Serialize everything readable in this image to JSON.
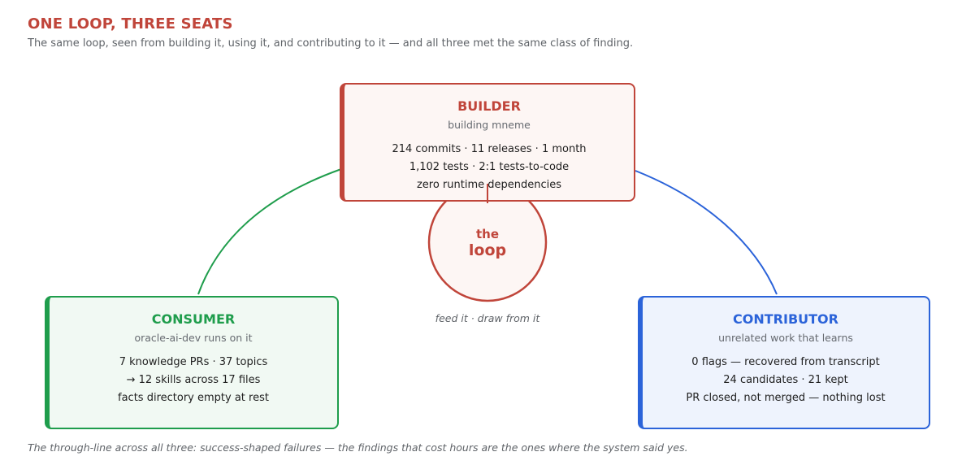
{
  "header": {
    "title": "ONE LOOP, THREE SEATS",
    "subtitle": "The same loop, seen from building it, using it, and contributing to it — and all three met the same class of finding."
  },
  "colors": {
    "builder": "#c0453a",
    "consumer": "#1f9d4c",
    "contributor": "#2b63d9"
  },
  "builder": {
    "title": "BUILDER",
    "subtitle": "building mneme",
    "lines": [
      "214 commits · 11 releases · 1 month",
      "1,102 tests · 2:1 tests-to-code",
      "zero runtime dependencies"
    ]
  },
  "consumer": {
    "title": "CONSUMER",
    "subtitle": "oracle-ai-dev runs on it",
    "lines": [
      "7 knowledge PRs · 37 topics",
      "→ 12 skills across 17 files",
      "facts directory empty at rest"
    ]
  },
  "contributor": {
    "title": "CONTRIBUTOR",
    "subtitle": "unrelated work that learns",
    "lines": [
      "0 flags — recovered from transcript",
      "24 candidates · 21 kept",
      "PR closed, not merged — nothing lost"
    ]
  },
  "loop": {
    "label_top": "the",
    "label_bottom": "loop",
    "caption": "feed it · draw from it"
  },
  "footer": "The through-line across all three: success-shaped failures — the findings that cost hours are the ones where the system said yes."
}
